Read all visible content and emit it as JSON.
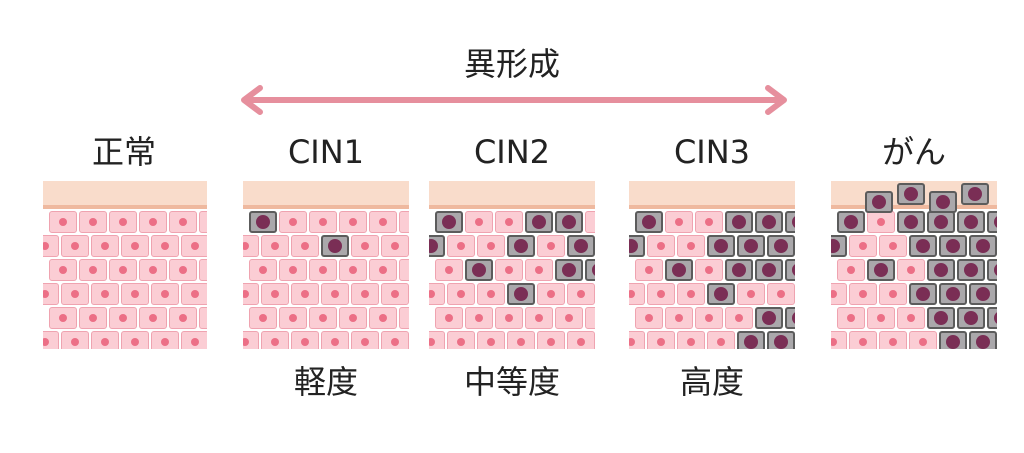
{
  "title": "異形成",
  "colors": {
    "arrow": "#e68f9d",
    "normal_cell": "#fbcdd4",
    "normal_nucleus": "#ec6f86",
    "abnormal_cell": "#aaa8ab",
    "abnormal_nucleus": "#7a2e55",
    "surface": "#f9dccb"
  },
  "stages": [
    {
      "id": "normal",
      "label": "正常",
      "severity": ""
    },
    {
      "id": "cin1",
      "label": "CIN1",
      "severity": "軽度",
      "abnormal": [
        [
          0,
          0
        ],
        [
          0,
          6
        ],
        [
          1,
          3
        ]
      ]
    },
    {
      "id": "cin2",
      "label": "CIN2",
      "severity": "中等度",
      "abnormal": [
        [
          0,
          0
        ],
        [
          0,
          3
        ],
        [
          0,
          4
        ],
        [
          0,
          7
        ],
        [
          1,
          0
        ],
        [
          1,
          3
        ],
        [
          1,
          5
        ],
        [
          2,
          1
        ],
        [
          2,
          4
        ],
        [
          2,
          5
        ],
        [
          2,
          6
        ],
        [
          3,
          3
        ]
      ]
    },
    {
      "id": "cin3",
      "label": "CIN3",
      "severity": "高度",
      "abnormal": [
        [
          0,
          0
        ],
        [
          0,
          3
        ],
        [
          0,
          4
        ],
        [
          0,
          5
        ],
        [
          0,
          6
        ],
        [
          0,
          7
        ],
        [
          1,
          0
        ],
        [
          1,
          3
        ],
        [
          1,
          4
        ],
        [
          1,
          5
        ],
        [
          1,
          6
        ],
        [
          2,
          1
        ],
        [
          2,
          3
        ],
        [
          2,
          4
        ],
        [
          2,
          5
        ],
        [
          2,
          6
        ],
        [
          3,
          3
        ],
        [
          4,
          4
        ],
        [
          4,
          5
        ],
        [
          4,
          6
        ],
        [
          5,
          4
        ],
        [
          5,
          5
        ],
        [
          5,
          6
        ]
      ]
    },
    {
      "id": "cancer",
      "label": "がん",
      "severity": "",
      "abnormal": [
        [
          0,
          0
        ],
        [
          0,
          2
        ],
        [
          0,
          3
        ],
        [
          0,
          4
        ],
        [
          0,
          5
        ],
        [
          0,
          6
        ],
        [
          0,
          7
        ],
        [
          1,
          0
        ],
        [
          1,
          3
        ],
        [
          1,
          4
        ],
        [
          1,
          5
        ],
        [
          1,
          6
        ],
        [
          2,
          1
        ],
        [
          2,
          3
        ],
        [
          2,
          4
        ],
        [
          2,
          5
        ],
        [
          2,
          6
        ],
        [
          3,
          3
        ],
        [
          3,
          4
        ],
        [
          3,
          5
        ],
        [
          3,
          6
        ],
        [
          4,
          3
        ],
        [
          4,
          4
        ],
        [
          4,
          5
        ],
        [
          4,
          6
        ],
        [
          5,
          4
        ],
        [
          5,
          5
        ]
      ],
      "surface_abnormal": 4
    }
  ]
}
